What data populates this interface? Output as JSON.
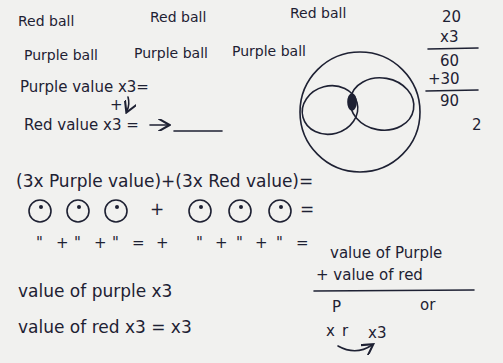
{
  "diagram": {
    "labels": [
      "Red ball",
      "Red ball",
      "Red ball",
      "Purple ball",
      "Purple ball",
      "Purple ball",
      "Purple value x3=",
      "+",
      "Red value x3 =",
      "20",
      "x3",
      "60",
      "+30",
      "90",
      "2",
      "(3x Purple value)+(3x Red value)=",
      "+",
      "=",
      "\"",
      "+",
      "\"",
      "+",
      "\"",
      "=",
      "+",
      "\"",
      "+",
      "\"",
      "+",
      "\"",
      "=",
      "value of purple x3",
      "value of red x3 = x3",
      "value of Purple",
      "+ value of red",
      "P",
      "or",
      "x",
      "r",
      "x3"
    ]
  }
}
